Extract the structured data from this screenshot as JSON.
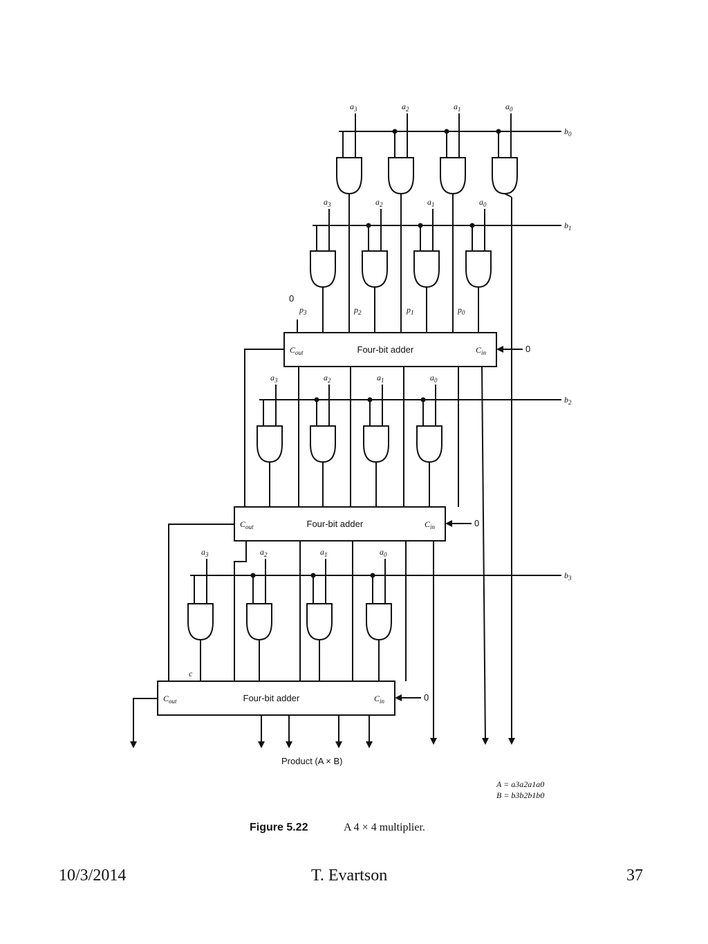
{
  "diagram": {
    "a_labels": [
      "a3",
      "a2",
      "a1",
      "a0"
    ],
    "b_labels": [
      "b0",
      "b1",
      "b2",
      "b3"
    ],
    "p_labels": [
      "p3",
      "p2",
      "p1",
      "p0"
    ],
    "zero": "0",
    "adder_title": "Four-bit adder",
    "cout": "Cout",
    "cin": "Cin",
    "product_label": "Product (A × B)",
    "eq_a": "A = a3a2a1a0",
    "eq_b": "B = b3b2b1b0",
    "c_label": "c"
  },
  "caption": {
    "figure": "Figure 5.22",
    "text": "A 4 × 4 multiplier."
  },
  "footer": {
    "date": "10/3/2014",
    "author": "T. Evartson",
    "page": "37"
  }
}
